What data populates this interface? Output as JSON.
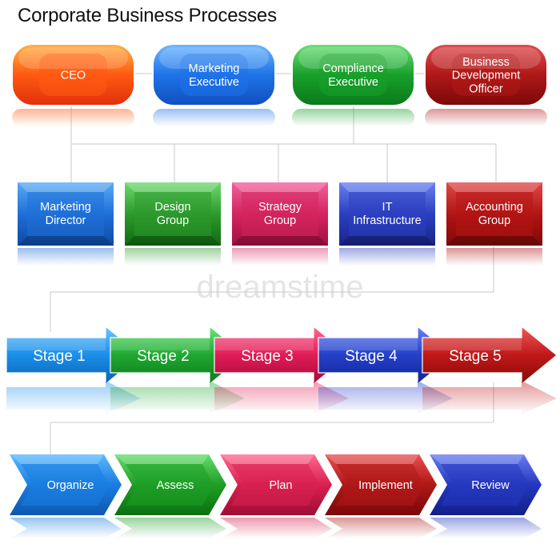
{
  "title": "Corporate Business Processes",
  "executives": [
    {
      "lines": [
        "CEO"
      ],
      "color": "#ff5a12",
      "light": "#ffb347",
      "dark": "#e0300a"
    },
    {
      "lines": [
        "Marketing",
        "Executive"
      ],
      "color": "#1e73e8",
      "light": "#6fb8ff",
      "dark": "#0f4fc0"
    },
    {
      "lines": [
        "Compliance",
        "Executive"
      ],
      "color": "#18a02a",
      "light": "#6fe07a",
      "dark": "#0a7a1a"
    },
    {
      "lines": [
        "Business",
        "Development",
        "Officer"
      ],
      "color": "#b01818",
      "light": "#e05050",
      "dark": "#7a0808"
    }
  ],
  "departments": [
    {
      "lines": [
        "Marketing",
        "Director"
      ],
      "color": "#1e6fd8",
      "light": "#5aaaf5",
      "dark": "#0e4aa6"
    },
    {
      "lines": [
        "Design",
        "Group"
      ],
      "color": "#2c9a2c",
      "light": "#6fd86f",
      "dark": "#116a11"
    },
    {
      "lines": [
        "Strategy",
        "Group"
      ],
      "color": "#d4245e",
      "light": "#f0609a",
      "dark": "#a01040"
    },
    {
      "lines": [
        "IT",
        "Infrastructure"
      ],
      "color": "#2b3fbf",
      "light": "#6a80f0",
      "dark": "#18248a"
    },
    {
      "lines": [
        "Accounting",
        "Group"
      ],
      "color": "#b31414",
      "light": "#e04848",
      "dark": "#800808"
    }
  ],
  "stages": [
    {
      "label": "Stage 1",
      "color": "#1a8ee8",
      "light": "#6fc4ff",
      "dark": "#0b62b8"
    },
    {
      "label": "Stage 2",
      "color": "#1fa831",
      "light": "#6ce57a",
      "dark": "#0d7a1a"
    },
    {
      "label": "Stage 3",
      "color": "#e01c55",
      "light": "#ff6a95",
      "dark": "#a8083a"
    },
    {
      "label": "Stage 4",
      "color": "#2440c8",
      "light": "#6a84f5",
      "dark": "#122496"
    },
    {
      "label": "Stage 5",
      "color": "#c01818",
      "light": "#ee5a5a",
      "dark": "#880808"
    }
  ],
  "process": [
    {
      "label": "Organize",
      "color": "#1a7ee0",
      "light": "#5ab8ff",
      "dark": "#0c58b0"
    },
    {
      "label": "Assess",
      "color": "#1e9e26",
      "light": "#66dc6e",
      "dark": "#0c700f"
    },
    {
      "label": "Plan",
      "color": "#d82050",
      "light": "#ff6890",
      "dark": "#a00c34"
    },
    {
      "label": "Implement",
      "color": "#b01818",
      "light": "#e85050",
      "dark": "#7a0808"
    },
    {
      "label": "Review",
      "color": "#2438c0",
      "light": "#6a7cf0",
      "dark": "#121e8a"
    }
  ],
  "watermark": "dreamstime"
}
